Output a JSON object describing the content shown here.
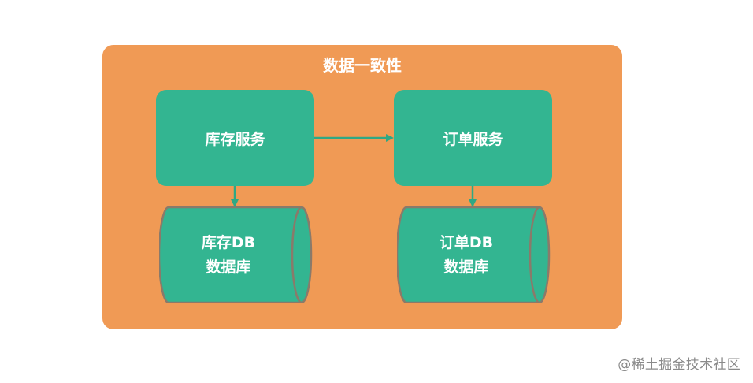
{
  "title": "数据一致性",
  "services": [
    {
      "label": "库存服务"
    },
    {
      "label": "订单服务"
    }
  ],
  "databases": [
    {
      "line1": "库存DB",
      "line2": "数据库"
    },
    {
      "line1": "订单DB",
      "line2": "数据库"
    }
  ],
  "watermark": "@稀土掘金技术社区",
  "colors": {
    "panel": "#f09a55",
    "node": "#33b591",
    "edge": "#2fa884",
    "cylinder_outline": "#8a7a6a",
    "text": "#ffffff"
  }
}
